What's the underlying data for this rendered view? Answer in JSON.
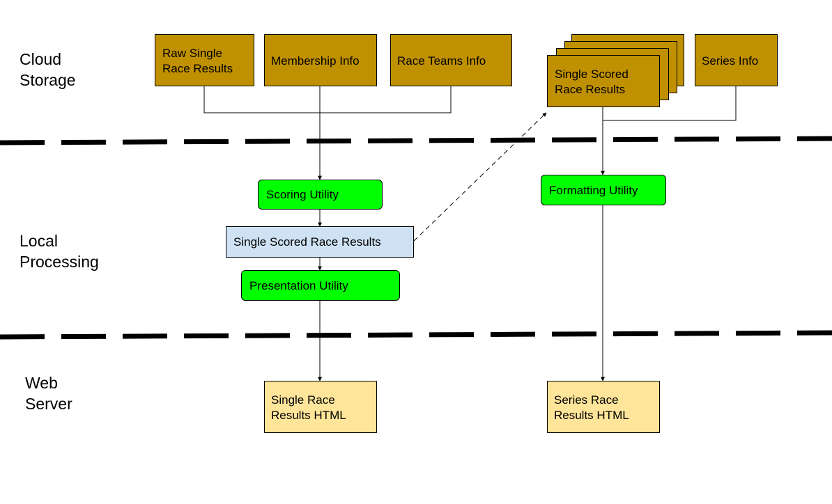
{
  "zones": {
    "cloud": [
      "Cloud",
      "Storage"
    ],
    "local": [
      "Local",
      "Processing"
    ],
    "web": [
      "Web",
      "Server"
    ]
  },
  "cloud_storage": {
    "raw_single_race_results": [
      "Raw Single",
      "Race Results"
    ],
    "membership_info": "Membership Info",
    "race_teams_info": "Race Teams Info",
    "single_scored_race_results": [
      "Single Scored",
      "Race Results"
    ],
    "series_info": "Series Info"
  },
  "local_processing": {
    "scoring_utility": "Scoring Utility",
    "single_scored_race_results": "Single Scored Race Results",
    "presentation_utility": "Presentation Utility",
    "formatting_utility": "Formatting Utility"
  },
  "web_server": {
    "single_race_results_html": [
      "Single Race",
      "Results HTML"
    ],
    "series_race_results_html": [
      "Series Race",
      "Results HTML"
    ]
  },
  "colors": {
    "storage": "#bf9000",
    "utility": "#00ff00",
    "intermediate": "#cfe2f3",
    "output": "#ffe599",
    "line": "#000000"
  }
}
